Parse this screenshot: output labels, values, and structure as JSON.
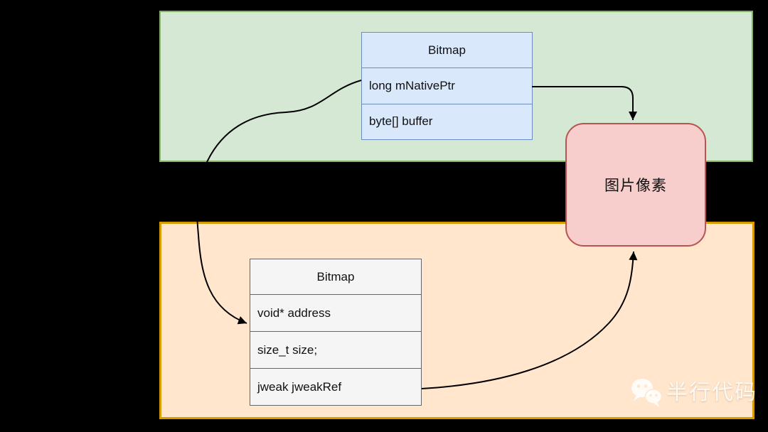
{
  "regions": {
    "java_layer": {
      "fill": "#d5e8d4",
      "border": "#82b366"
    },
    "native_layer": {
      "fill": "#ffe6cc",
      "border": "#d79b00"
    }
  },
  "java_bitmap": {
    "title": "Bitmap",
    "fields": [
      "long mNativePtr",
      "byte[] buffer"
    ],
    "fill": "#dae8fc",
    "border": "#6c8ebf"
  },
  "native_bitmap": {
    "title": "Bitmap",
    "fields": [
      "void* address",
      "size_t size;",
      "jweak jweakRef"
    ],
    "fill": "#f5f5f5",
    "border": "#666666"
  },
  "pixel_node": {
    "label": "图片像素",
    "fill": "#f8cecc",
    "border": "#b85450"
  },
  "arrows": {
    "color": "#000000"
  },
  "watermark": {
    "icon": "wechat-icon",
    "text": "半行代码",
    "color": "#ffffff"
  }
}
